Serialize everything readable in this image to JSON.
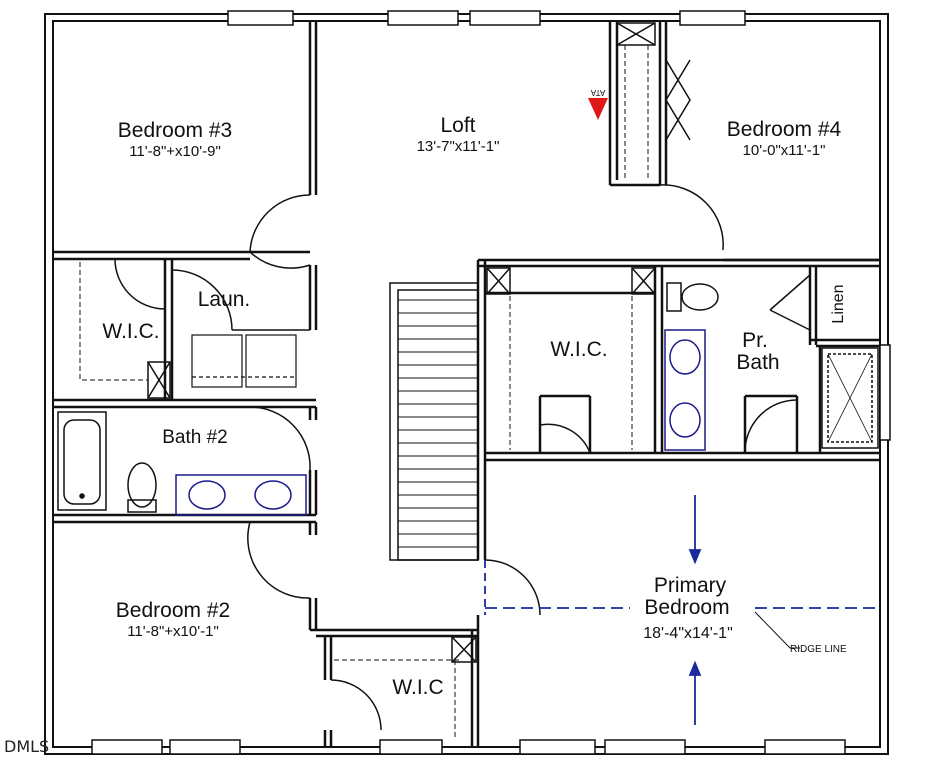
{
  "rooms": {
    "bedroom3": {
      "name": "Bedroom #3",
      "dims": "11'-8\"+x10'-9\""
    },
    "loft": {
      "name": "Loft",
      "dims": "13'-7\"x11'-1\""
    },
    "bedroom4": {
      "name": "Bedroom #4",
      "dims": "10'-0\"x11'-1\""
    },
    "wic1": {
      "name": "W.I.C."
    },
    "laundry": {
      "name": "Laun."
    },
    "wic_primary": {
      "name": "W.I.C."
    },
    "pr_bath": {
      "line1": "Pr.",
      "line2": "Bath"
    },
    "linen": {
      "name": "Linen"
    },
    "bath2": {
      "name": "Bath #2"
    },
    "bedroom2": {
      "name": "Bedroom #2",
      "dims": "11'-8\"+x10'-1\""
    },
    "wic2": {
      "name": "W.I.C"
    },
    "primary": {
      "line1": "Primary",
      "line2": "Bedroom",
      "dims": "18'-4\"x14'-1\""
    }
  },
  "annotations": {
    "ridge_line": "RIDGE LINE",
    "attic_marker": "ATA"
  },
  "watermark": "DMLS",
  "colors": {
    "wall": "#111111",
    "fixture_blue": "#1a1a8c",
    "ridge_blue": "#1a2a9c",
    "marker_red": "#e01818"
  }
}
